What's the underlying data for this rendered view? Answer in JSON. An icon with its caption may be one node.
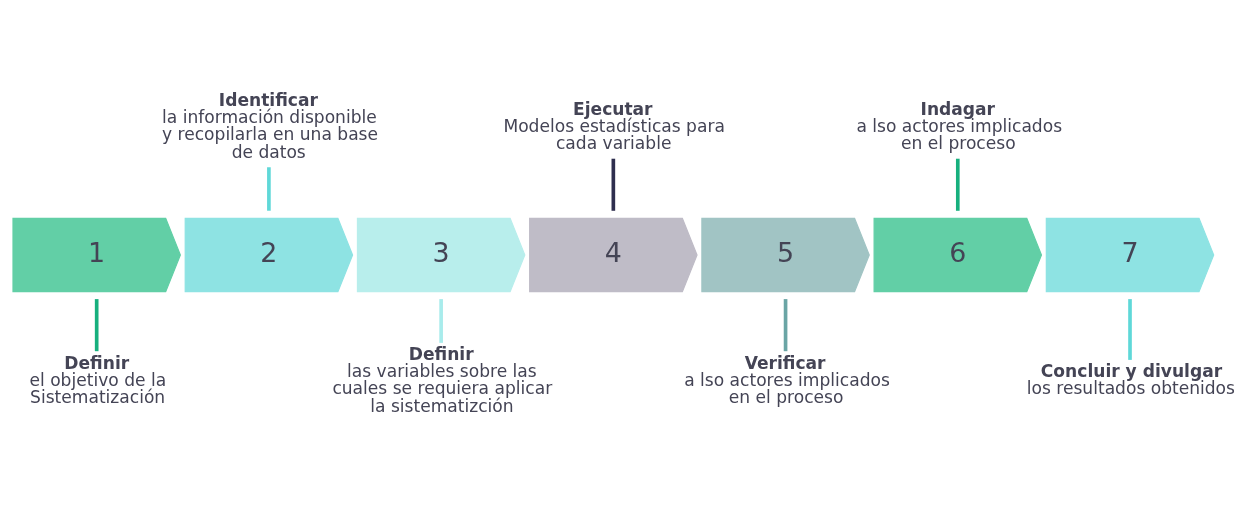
{
  "diagram": {
    "nodes": [
      {
        "text": [
          "1"
        ]
      },
      {
        "text": [
          "2"
        ]
      },
      {
        "text": [
          "3"
        ]
      },
      {
        "text": [
          "4"
        ]
      },
      {
        "text": [
          "5"
        ]
      },
      {
        "text": [
          "6"
        ]
      },
      {
        "text": [
          "7"
        ]
      },
      {
        "text": [
          "Definir",
          "el objetivo de la Sistematización"
        ]
      },
      {
        "text": [
          "Identificar",
          "la información disponible y recopilarla en una base de datos"
        ]
      },
      {
        "text": [
          "Definir",
          "las variables sobre las cuales se requiera aplicar la sistematizción"
        ]
      },
      {
        "text": [
          "Ejecutar",
          "Modelos estadísticas para cada variable"
        ]
      },
      {
        "text": [
          "Verificar",
          "a lso actores implicados en el proceso"
        ]
      },
      {
        "text": [
          "Indagar",
          "a lso actores implicados en el proceso"
        ]
      },
      {
        "text": [
          "Concluir y divulgar",
          "los resultados obtenidos"
        ]
      }
    ],
    "edges": [
      {
        "from": 7,
        "to": 0,
        "arrow": "none",
        "color": "#17b07e"
      },
      {
        "from": 8,
        "to": 1,
        "arrow": "none",
        "color": "#5fd8d8"
      },
      {
        "from": 9,
        "to": 2,
        "arrow": "none",
        "color": "#a8ecec"
      },
      {
        "from": 10,
        "to": 3,
        "arrow": "none",
        "color": "#2e2e4e"
      },
      {
        "from": 11,
        "to": 4,
        "arrow": "none",
        "color": "#6aa5a5"
      },
      {
        "from": 12,
        "to": 5,
        "arrow": "none",
        "color": "#17b07e"
      },
      {
        "from": 13,
        "to": 6,
        "arrow": "none",
        "color": "#5fd8d8"
      }
    ]
  }
}
